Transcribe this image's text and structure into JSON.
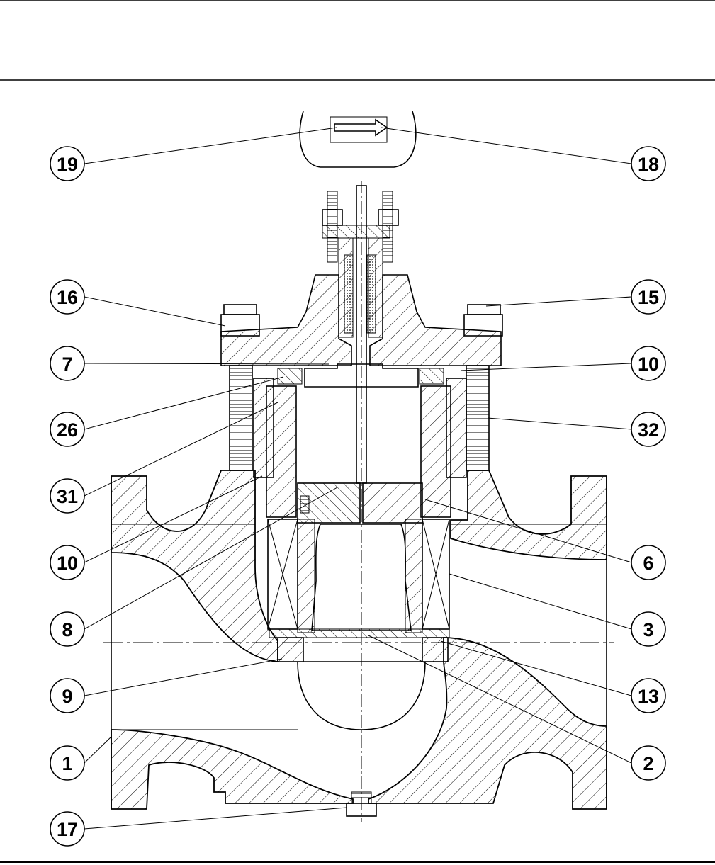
{
  "drawing": {
    "colors": {
      "ink": "#000000",
      "paper": "#ffffff"
    },
    "callouts": [
      {
        "id": "c19",
        "label": "19"
      },
      {
        "id": "c18",
        "label": "18"
      },
      {
        "id": "c16",
        "label": "16"
      },
      {
        "id": "c15",
        "label": "15"
      },
      {
        "id": "c7",
        "label": "7"
      },
      {
        "id": "c10a",
        "label": "10"
      },
      {
        "id": "c26",
        "label": "26"
      },
      {
        "id": "c32",
        "label": "32"
      },
      {
        "id": "c31",
        "label": "31"
      },
      {
        "id": "c10b",
        "label": "10"
      },
      {
        "id": "c6",
        "label": "6"
      },
      {
        "id": "c8",
        "label": "8"
      },
      {
        "id": "c3",
        "label": "3"
      },
      {
        "id": "c9",
        "label": "9"
      },
      {
        "id": "c13",
        "label": "13"
      },
      {
        "id": "c1",
        "label": "1"
      },
      {
        "id": "c2",
        "label": "2"
      },
      {
        "id": "c17",
        "label": "17"
      }
    ]
  }
}
